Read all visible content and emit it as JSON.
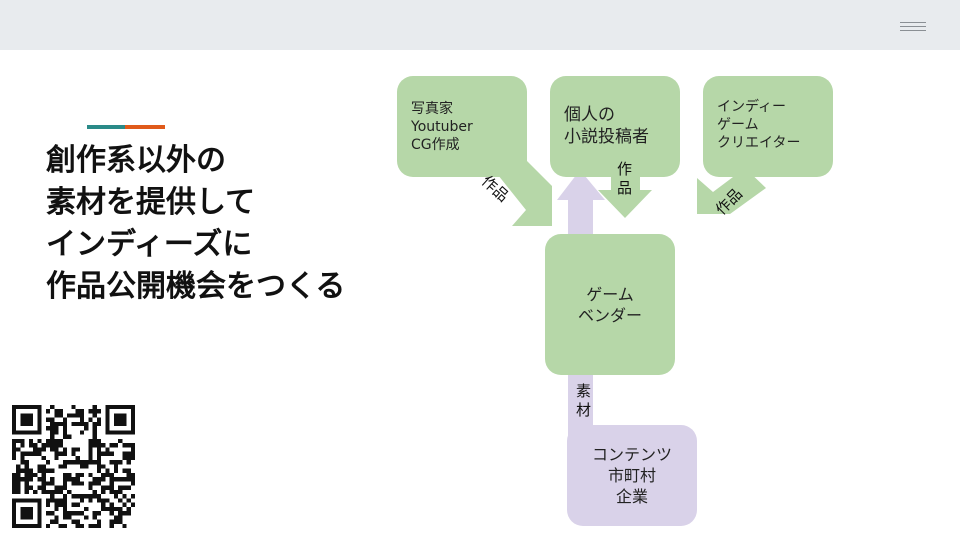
{
  "header": {
    "menu_icon": "hamburger-menu-icon"
  },
  "colors": {
    "topbar": "#e8ebee",
    "accent_teal": "#2a8a88",
    "accent_orange": "#e05a1a",
    "node_green": "#b6d7a8",
    "node_purple": "#d9d2e9"
  },
  "title": {
    "lines": [
      "創作系以外の",
      "素材を提供して",
      "インディーズに",
      "作品公開機会をつくる"
    ]
  },
  "nodes": {
    "creators": {
      "lines": [
        "写真家",
        "Youtuber",
        "CG作成"
      ]
    },
    "novelists": {
      "lines": [
        "個人の",
        "小説投稿者"
      ]
    },
    "indie_game": {
      "lines": [
        "インディー",
        "ゲーム",
        "クリエイター"
      ]
    },
    "vendor": {
      "lines": [
        "ゲーム",
        "ベンダー"
      ]
    },
    "contents": {
      "lines": [
        "コンテンツ",
        "市町村",
        "企業"
      ]
    }
  },
  "arrows": {
    "works": "作品",
    "works_chars": [
      "作",
      "品"
    ],
    "material_chars": [
      "素",
      "材"
    ]
  }
}
